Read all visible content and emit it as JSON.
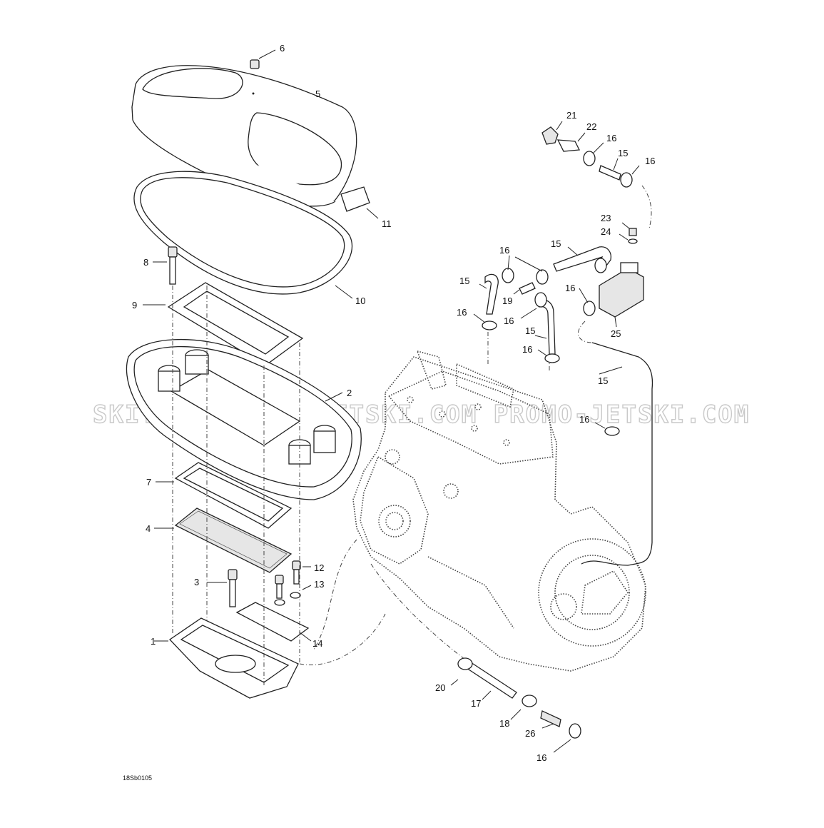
{
  "diagram": {
    "drawing_code": "18Sb0105",
    "watermark": "SKI.COM PROMO-JETSKI.COM PROMO-JETSKI.COM",
    "callouts": [
      "1",
      "2",
      "3",
      "4",
      "5",
      "6",
      "7",
      "8",
      "9",
      "10",
      "11",
      "12",
      "13",
      "14",
      "15",
      "15",
      "15",
      "15",
      "16",
      "16",
      "16",
      "16",
      "16",
      "16",
      "16",
      "16",
      "17",
      "18",
      "19",
      "20",
      "21",
      "22",
      "23",
      "24",
      "25",
      "26"
    ]
  }
}
